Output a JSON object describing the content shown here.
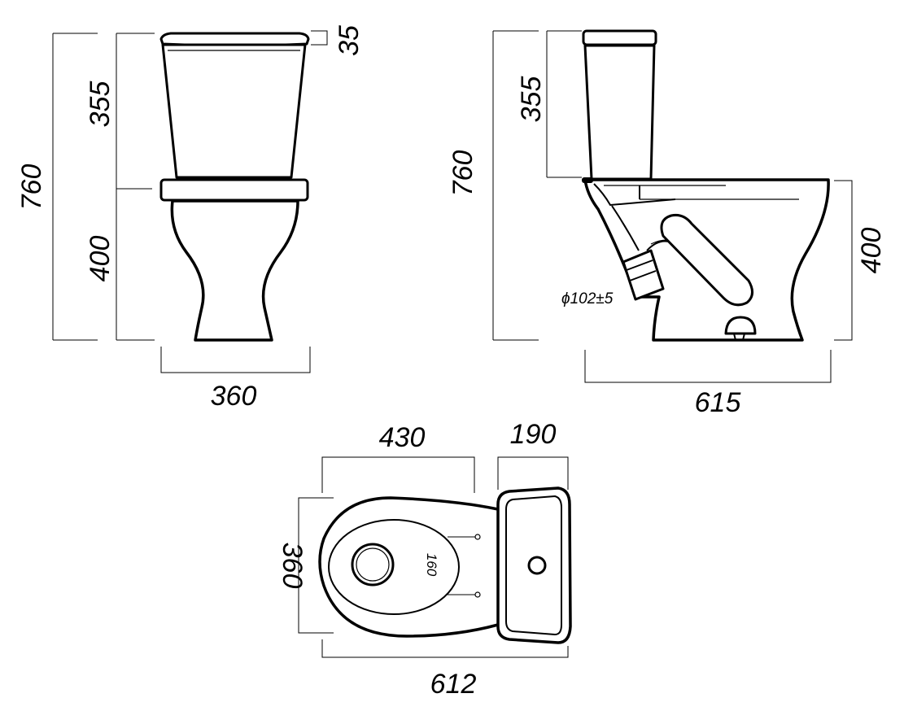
{
  "front_view": {
    "total_height": "760",
    "tank_height": "355",
    "lid_thickness": "35",
    "bowl_height": "400",
    "width": "360"
  },
  "side_view": {
    "total_height": "760",
    "tank_height": "355",
    "bowl_height": "400",
    "outlet_diameter": "ϕ102±5",
    "depth": "615"
  },
  "top_view": {
    "bowl_length": "430",
    "tank_depth": "190",
    "width": "360",
    "bolt_spacing": "160",
    "total_length": "612"
  }
}
